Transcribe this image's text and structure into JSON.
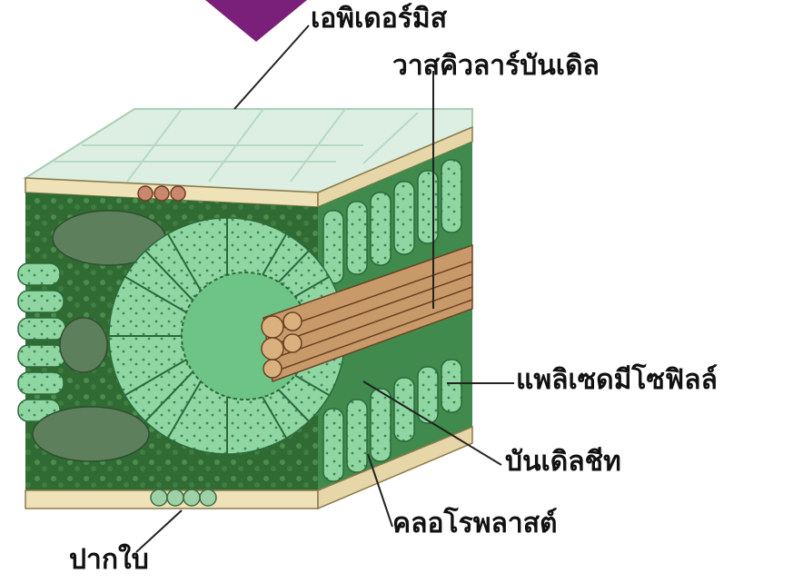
{
  "labels": {
    "epidermis": "เอพิเดอร์มิส",
    "vascular_bundle": "วาสคิวลาร์บันเดิล",
    "palisade_mesophyll": "แพลิเซดมีโซฟิลล์",
    "bundle_sheath": "บันเดิลชีท",
    "chloroplast": "คลอโรพลาสต์",
    "stoma": "ปากใบ"
  },
  "colors": {
    "accent_triangle": "#7a1f7a",
    "epidermis_top": "#dcefe2",
    "epidermis_edge": "#efe2b8",
    "mesophyll_dark": "#2f6b32",
    "cell_green": "#7fcf97",
    "cell_light": "#a6e3b8",
    "vein_brown": "#b8865a",
    "leader_line": "#222222"
  }
}
